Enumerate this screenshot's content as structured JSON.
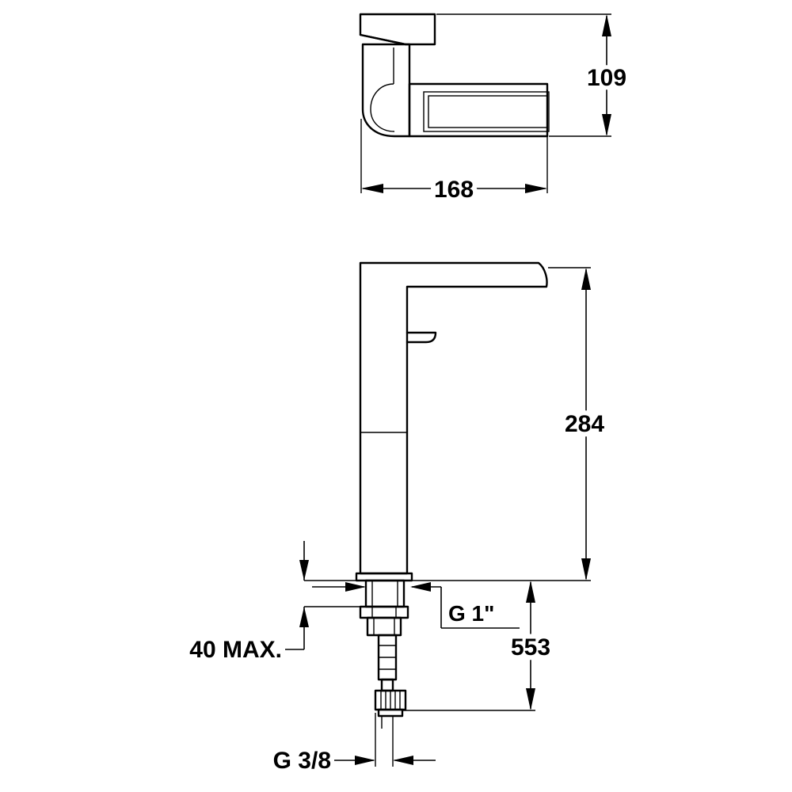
{
  "dimensions": {
    "top_height": "109",
    "top_width": "168",
    "total_height": "284",
    "thread_main": "G 1\"",
    "deck_max": "40 MAX.",
    "hose_length": "553",
    "thread_hose": "G 3/8"
  }
}
